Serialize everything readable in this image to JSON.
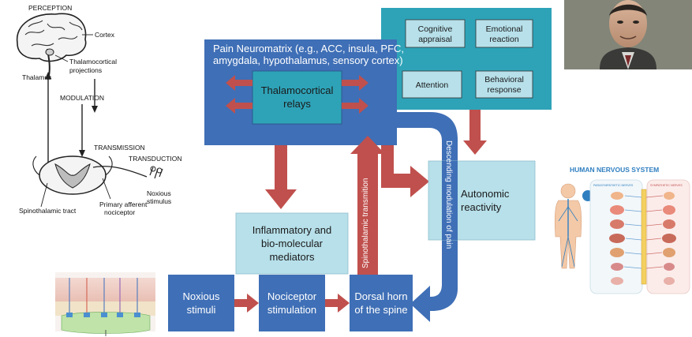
{
  "anatomy": {
    "perception": "PERCEPTION",
    "cortex": "Cortex",
    "thalamocortical_projections": [
      "Thalamocortical",
      "projections"
    ],
    "thalamus": "Thalamus",
    "modulation": "MODULATION",
    "transmission": "TRANSMISSION",
    "transduction": "TRANSDUCTION",
    "noxious_stimulus": [
      "Noxious",
      "stimulus"
    ],
    "spinothalamic_tract": "Spinothalamic tract",
    "primary_afferent": [
      "Primary afferent",
      "nociceptor"
    ]
  },
  "neuromatrix": {
    "title_lines": [
      "Pain Neuromatrix (e.g., ACC, insula, PFC,",
      "amygdala, hypothalamus, sensory cortex)"
    ],
    "relays_lines": [
      "Thalamocortical",
      "relays"
    ]
  },
  "cognitive": {
    "cognitive_appraisal": [
      "Cognitive",
      "appraisal"
    ],
    "emotional_reaction": [
      "Emotional",
      "reaction"
    ],
    "attention": [
      "Attention"
    ],
    "behavioral_response": [
      "Behavioral",
      "response"
    ]
  },
  "autonomic": [
    "Autonomic",
    "reactivity"
  ],
  "inflammatory": [
    "Inflammatory and",
    "bio-molecular",
    "mediators"
  ],
  "bottom_row": {
    "noxious_stimuli": [
      "Noxious",
      "stimuli"
    ],
    "nociceptor_stimulation": [
      "Nociceptor",
      "stimulation"
    ],
    "dorsal_horn": [
      "Dorsal horn",
      "of the spine"
    ]
  },
  "vertical_labels": {
    "spinothalamic": "Spinothalamic transmition",
    "descending": "Descending modulation of pain"
  },
  "nervous_system": {
    "title": "HUMAN NERVOUS SYSTEM",
    "parasympathetic": "PARASYMPATHETIC NERVES",
    "sympathetic": "SYMPATHETIC NERVES"
  },
  "colors": {
    "dark_blue": "#3f6fb6",
    "teal": "#2ea3b8",
    "light_teal": "#b7e0ea",
    "red_arrow": "#c0504d",
    "anatomy_ink": "#222222"
  },
  "icons": [
    "brain-icon",
    "spinal-cord-icon",
    "portrait-photo",
    "nervous-system-illustration",
    "skin-receptor-illustration"
  ]
}
